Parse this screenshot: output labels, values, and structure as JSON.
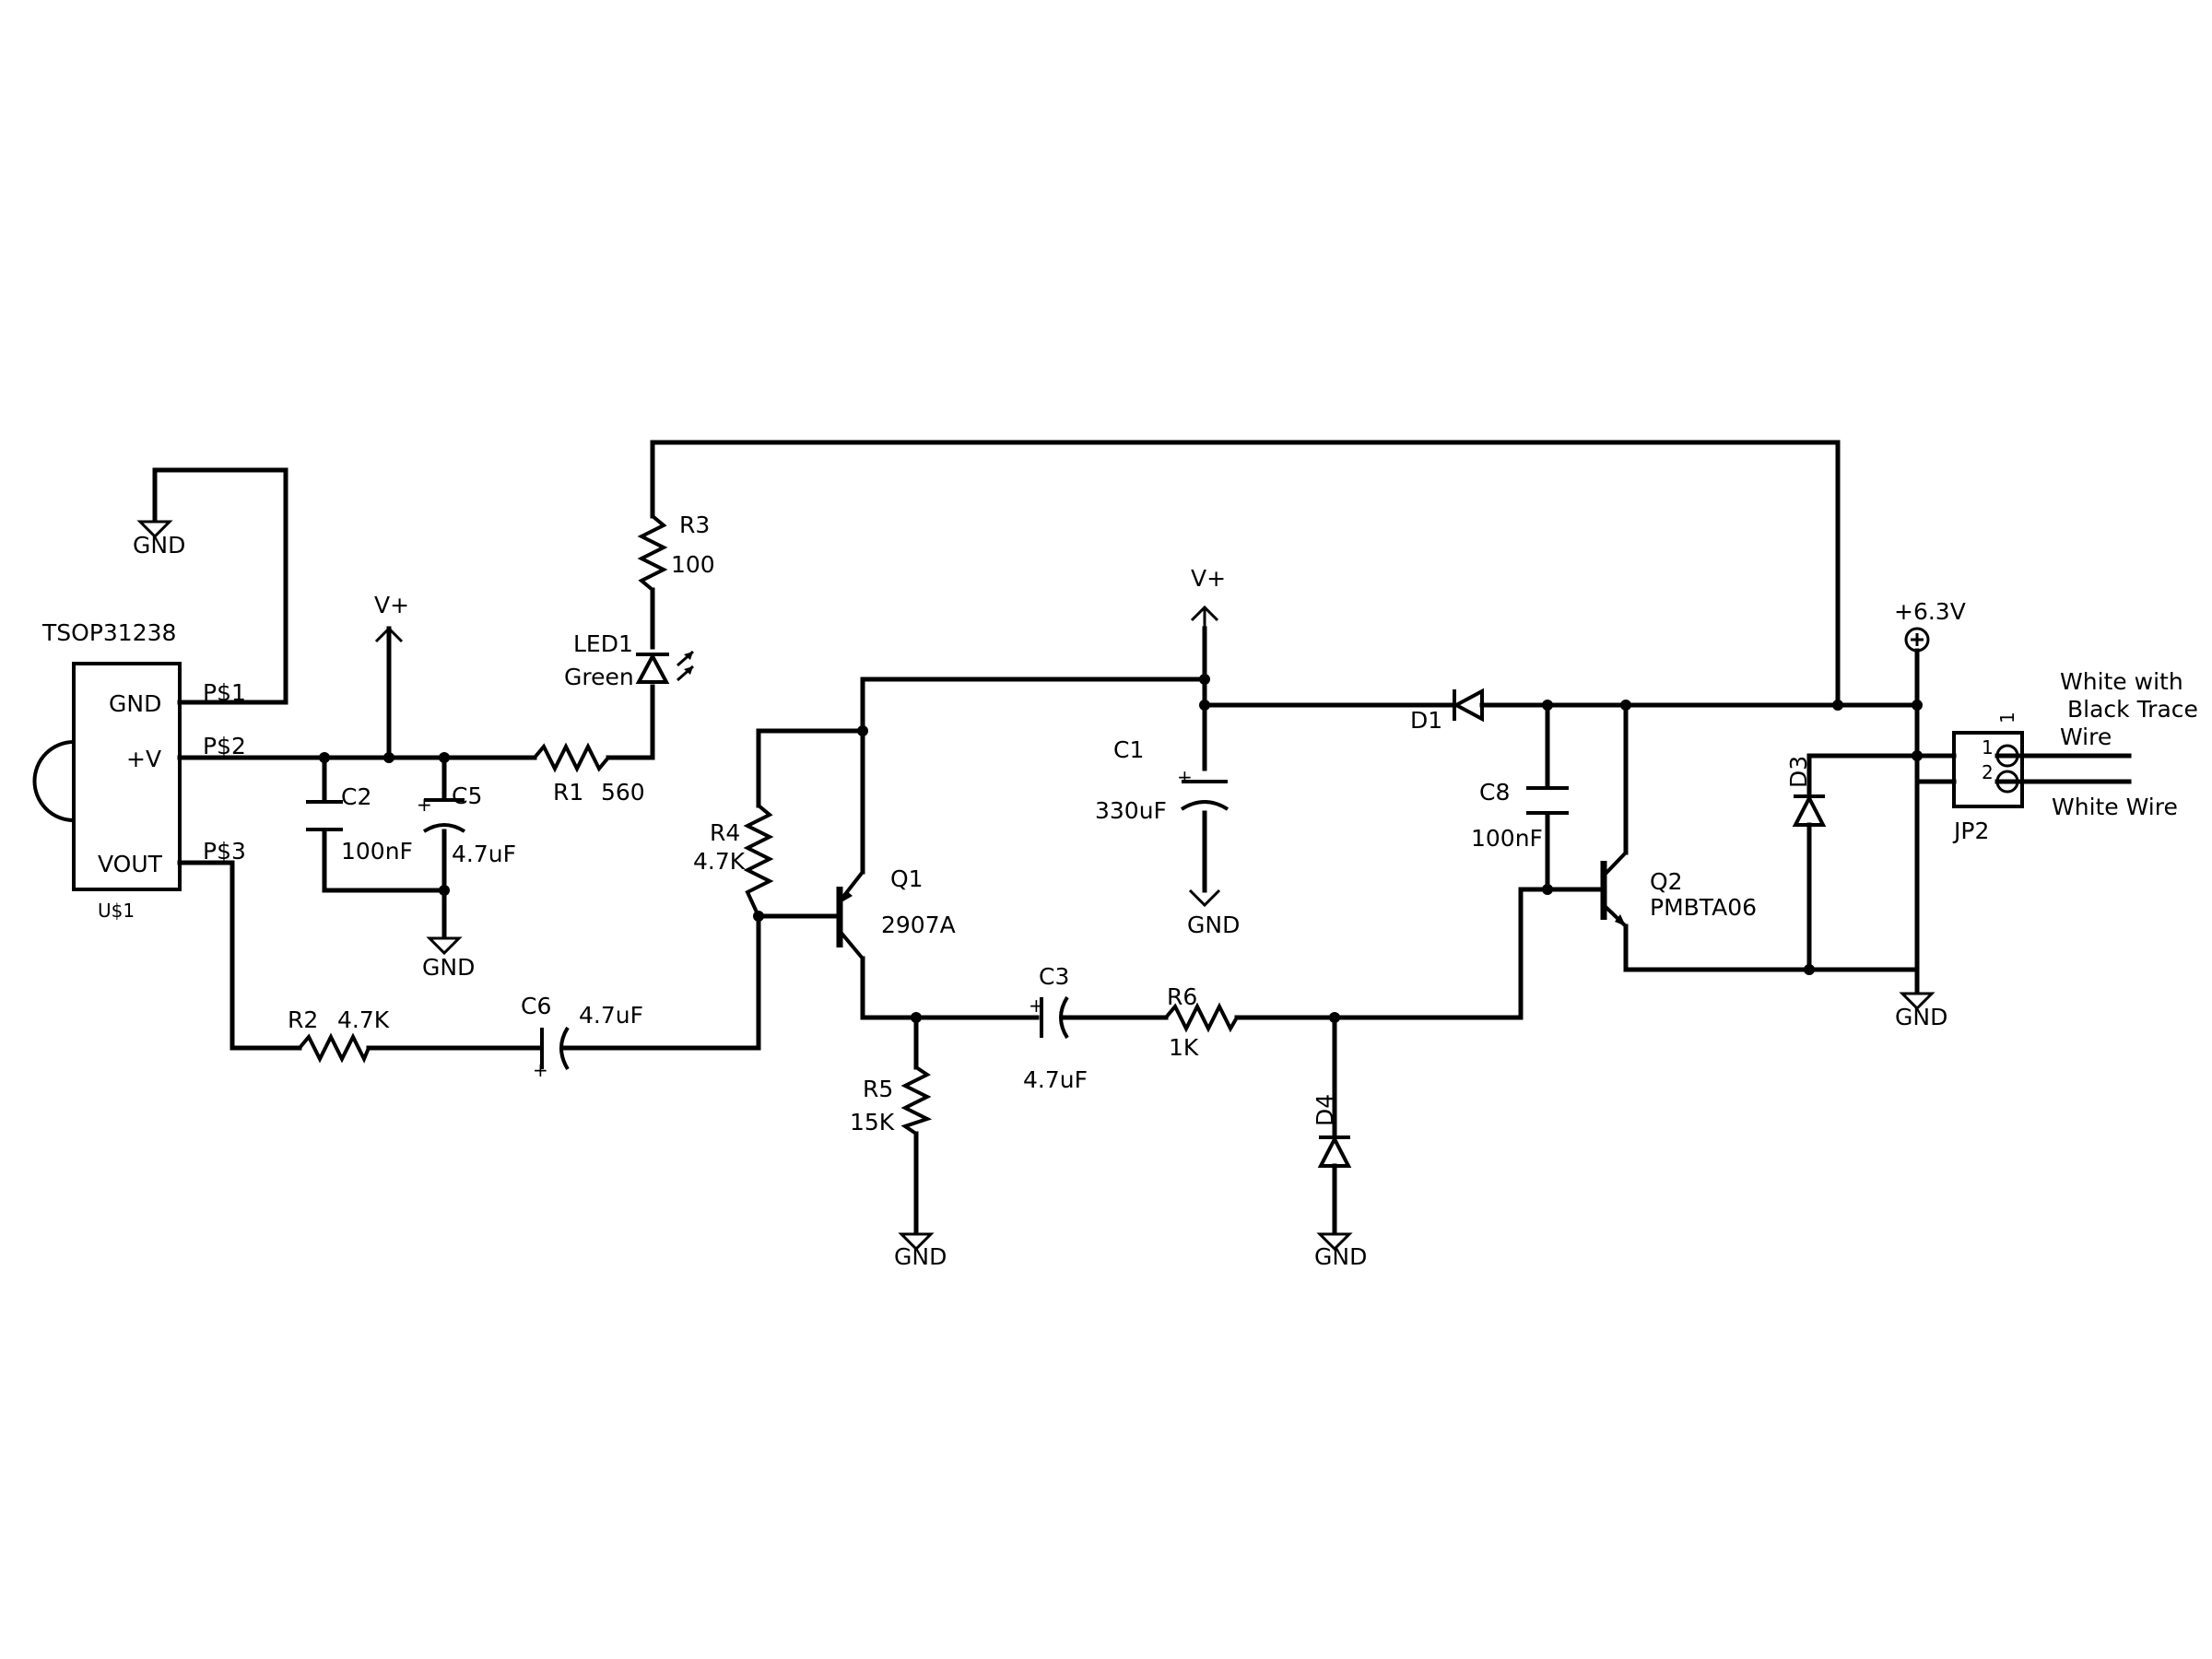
{
  "u1": {
    "name": "TSOP31238",
    "ref": "U$1",
    "pin_gnd": "GND",
    "pin_v": "+V",
    "pin_vout": "VOUT",
    "p1": "P$1",
    "p2": "P$2",
    "p3": "P$3"
  },
  "gnd_label": "GND",
  "vplus_label": "V+",
  "supply_label": "+6.3V",
  "c2": {
    "ref": "C2",
    "value": "100nF"
  },
  "c5": {
    "ref": "C5",
    "value": "4.7uF"
  },
  "r1": {
    "ref": "R1",
    "value": "560"
  },
  "r2": {
    "ref": "R2",
    "value": "4.7K"
  },
  "c6": {
    "ref": "C6",
    "value": "4.7uF"
  },
  "r3": {
    "ref": "R3",
    "value": "100"
  },
  "led1": {
    "ref": "LED1",
    "value": "Green"
  },
  "r4": {
    "ref": "R4",
    "value": "4.7K"
  },
  "q1": {
    "ref": "Q1",
    "value": "2907A"
  },
  "r5": {
    "ref": "R5",
    "value": "15K"
  },
  "c3": {
    "ref": "C3",
    "value": "4.7uF"
  },
  "r6": {
    "ref": "R6",
    "value": "1K"
  },
  "c1": {
    "ref": "C1",
    "value": "330uF"
  },
  "d1": {
    "ref": "D1"
  },
  "d3": {
    "ref": "D3"
  },
  "d4": {
    "ref": "D4"
  },
  "c8": {
    "ref": "C8",
    "value": "100nF"
  },
  "q2": {
    "ref": "Q2",
    "value": "PMBTA06"
  },
  "jp2": {
    "ref": "JP2",
    "pin1": "1",
    "pin2": "2",
    "pin1_top": "1"
  },
  "wires": {
    "line1": "White with",
    "line2": "Black Trace",
    "line3": "Wire",
    "white": "White Wire"
  }
}
